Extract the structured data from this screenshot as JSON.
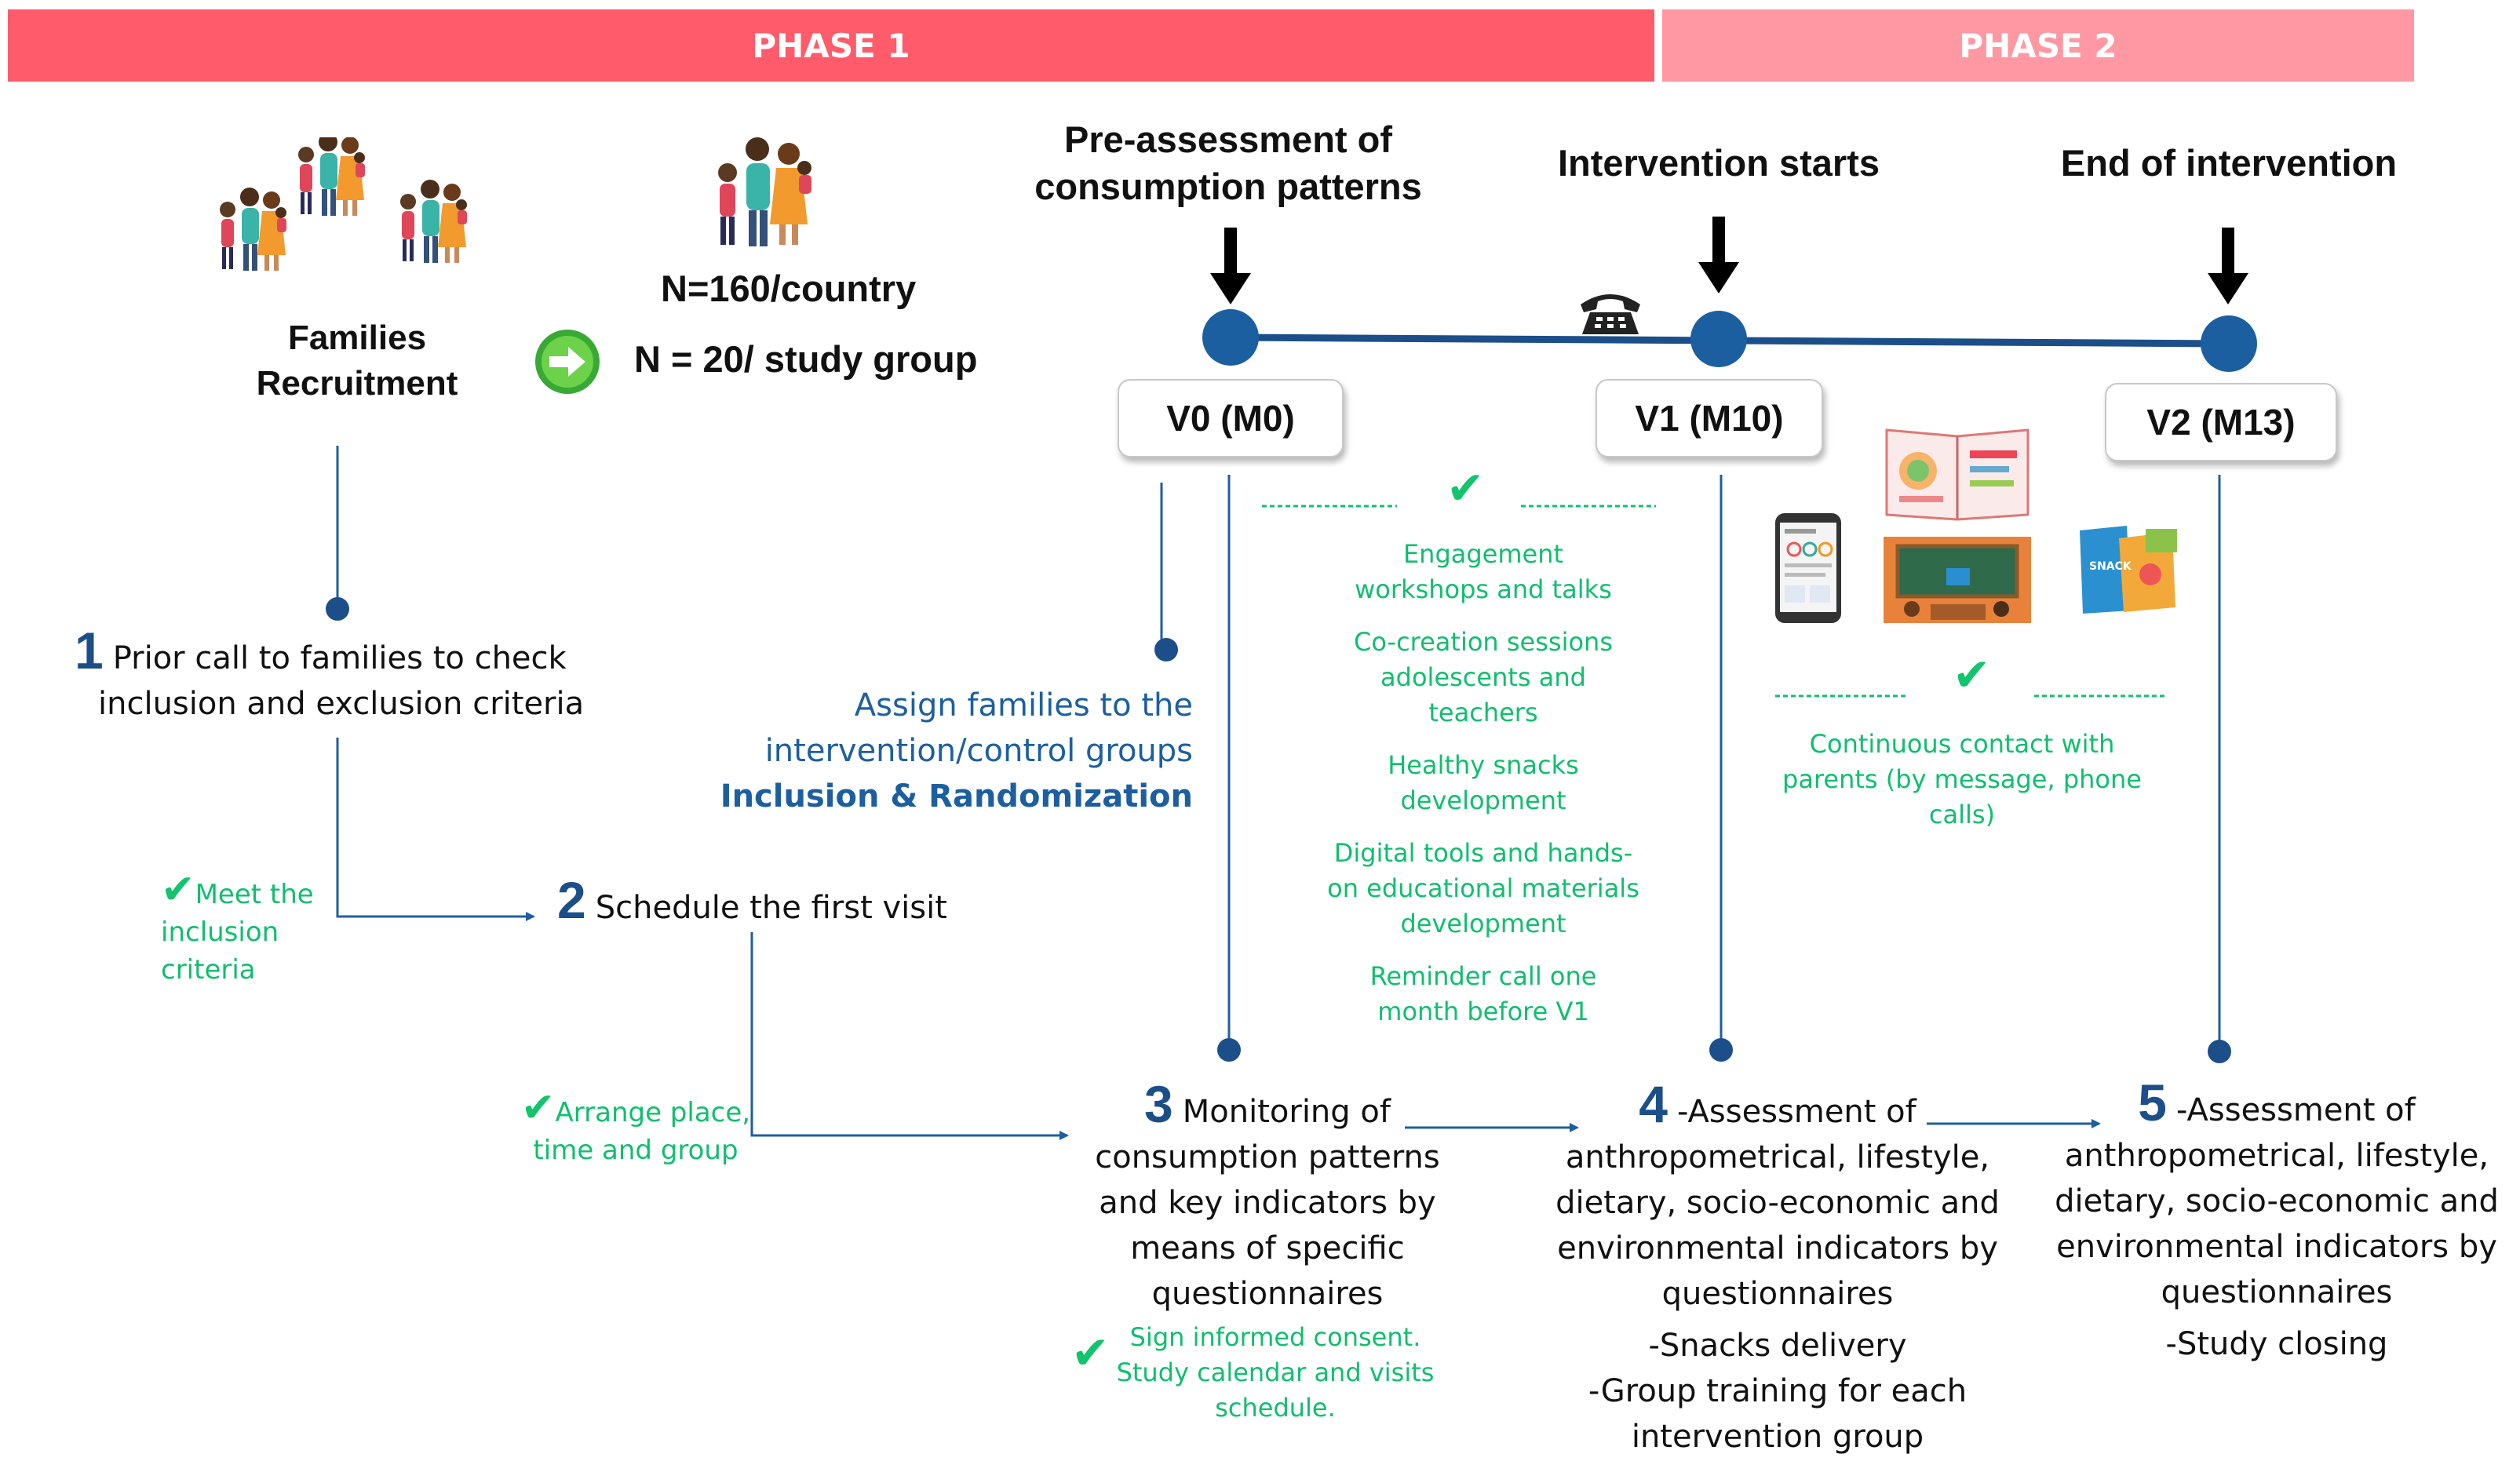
{
  "phases": {
    "phase1": "PHASE 1",
    "phase2": "PHASE 2"
  },
  "milestones": {
    "pre_assessment": [
      "Pre-assessment of",
      "consumption patterns"
    ],
    "intervention_starts": "Intervention starts",
    "end_of_intervention": "End of intervention"
  },
  "visits": {
    "v0": "V0 (M0)",
    "v1": "V1 (M10)",
    "v2": "V2 (M13)"
  },
  "recruitment": {
    "label": [
      "Families",
      "Recruitment"
    ]
  },
  "sample": {
    "per_country": "N=160/country",
    "per_group": "N = 20/ study group"
  },
  "steps": {
    "s1": {
      "number": "1",
      "lines": [
        "Prior call to families to check",
        "inclusion and exclusion criteria"
      ]
    },
    "s2": {
      "number": "2",
      "text": "Schedule the first visit"
    },
    "s3": {
      "number": "3",
      "first": "Monitoring of",
      "lines": [
        "consumption patterns",
        "and key indicators by",
        "means of specific",
        "questionnaires"
      ]
    },
    "s4": {
      "number": "4",
      "first": "-Assessment of",
      "lines": [
        "anthropometrical, lifestyle,",
        "dietary, socio-economic and",
        "environmental indicators by",
        "questionnaires",
        "-Snacks delivery",
        "-Group training for each",
        "intervention group"
      ]
    },
    "s5": {
      "number": "5",
      "first": "-Assessment of",
      "lines": [
        "anthropometrical, lifestyle,",
        "dietary, socio-economic and",
        "environmental indicators by",
        "questionnaires",
        "-Study closing"
      ]
    }
  },
  "assign": {
    "lines": [
      "Assign families to the",
      "intervention/control groups"
    ],
    "bold": "Inclusion & Randomization"
  },
  "notes": {
    "meet_criteria": [
      "Meet the",
      "inclusion criteria"
    ],
    "arrange": [
      "Arrange place,",
      "time and group"
    ],
    "consent": [
      "Sign informed consent.",
      "Study calendar and visits",
      "schedule."
    ],
    "phase_activities": [
      [
        "Engagement",
        "workshops and talks"
      ],
      [
        "Co-creation sessions",
        "adolescents and",
        "teachers"
      ],
      [
        "Healthy snacks",
        "development"
      ],
      [
        "Digital tools and hands-",
        "on educational materials",
        "development"
      ],
      [
        "Reminder call one",
        "month before V1"
      ]
    ],
    "continuous_contact": [
      "Continuous contact with",
      "parents (by message, phone",
      "calls)"
    ]
  },
  "illustrations": {
    "snack_pack": "SNACK"
  },
  "icons": [
    "family-icon",
    "green-arrow-icon",
    "phone-icon",
    "check-icon",
    "smartphone-icon",
    "recipe-book-icon",
    "classroom-icon",
    "snack-pack-icon"
  ],
  "colors": {
    "phase1": "#ff5b6a",
    "phase2": "#ff98a2",
    "timeline": "#1c4f8a",
    "check": "#12c46b",
    "note_text": "#0fbf6d",
    "assign_text": "#1c5fa0"
  }
}
